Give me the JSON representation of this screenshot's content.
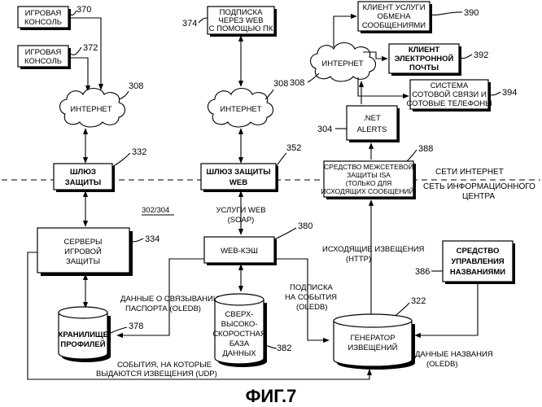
{
  "nodes": {
    "console1": {
      "lines": [
        "ИГРОВАЯ",
        "КОНСОЛЬ"
      ],
      "ref": "370"
    },
    "console2": {
      "lines": [
        "ИГРОВАЯ",
        "КОНСОЛЬ"
      ],
      "ref": "372"
    },
    "pc_sub": {
      "lines": [
        "ПОДПИСКА",
        "ЧЕРЕЗ WEB",
        "С ПОМОЩЬЮ ПК"
      ],
      "ref": "374"
    },
    "im_client": {
      "lines": [
        "КЛИЕНТ УСЛУГИ",
        "ОБМЕНА",
        "СООБЩЕНИЯМИ"
      ],
      "ref": "390"
    },
    "email_client": {
      "lines": [
        "КЛИЕНТ",
        "ЭЛЕКТРОННОЙ",
        "ПОЧТЫ"
      ],
      "ref": "392"
    },
    "cell": {
      "lines": [
        "СИСТЕМА",
        "СОТОВОЙ СВЯЗИ И",
        "СОТОВЫЕ ТЕЛЕФОНЫ"
      ],
      "ref": "394"
    },
    "net_alerts": {
      "lines": [
        ".NET",
        "ALERTS"
      ],
      "ref": "304"
    },
    "gw1": {
      "lines": [
        "ШЛЮЗ",
        "ЗАЩИТЫ"
      ],
      "ref": "332"
    },
    "gw2": {
      "lines": [
        "ШЛЮЗ ЗАЩИТЫ",
        "WEB"
      ],
      "ref": "352"
    },
    "isa": {
      "lines": [
        "СРЕДСТВО МЕЖСЕТЕВОЙ",
        "ЗАЩИТЫ ISA",
        "(ТОЛЬКО ДЛЯ",
        "ИСХОДЯЩИХ СООБЩЕНИЙ)"
      ],
      "ref": "388"
    },
    "game_servers": {
      "lines": [
        "СЕРВЕРЫ",
        "ИГРОВОЙ",
        "ЗАЩИТЫ"
      ],
      "ref": "334"
    },
    "web_cache": {
      "lines": [
        "WEB-КЭШ"
      ],
      "ref": "380"
    },
    "name_tool": {
      "lines": [
        "СРЕДСТВО",
        "УПРАВЛЕНИЯ",
        "НАЗВАНИЯМИ"
      ],
      "ref": "386"
    },
    "profile_store": {
      "lines": [
        "ХРАНИЛИЩЕ",
        "ПРОФИЛЕЙ"
      ],
      "ref": "378"
    },
    "fast_db": {
      "lines": [
        "СВЕРХ-",
        "ВЫСОКО-",
        "СКОРОСТНАЯ",
        "БАЗА",
        "ДАННЫХ"
      ],
      "ref": "382"
    },
    "notif_gen": {
      "lines": [
        "ГЕНЕРАТОР",
        "ИЗВЕЩЕНИЙ"
      ],
      "ref": "322"
    }
  },
  "clouds": {
    "inet1": {
      "label": "ИНТЕРНЕТ",
      "ref": "308"
    },
    "inet2": {
      "label": "ИНТЕРНЕТ",
      "ref": "308"
    },
    "inet3": {
      "label": "ИНТЕРНЕТ",
      "ref": "308"
    }
  },
  "edge_labels": {
    "web_services": [
      "УСЛУГИ WEB",
      "(SOAP)"
    ],
    "passport": [
      "ДАННЫЕ О СВЯЗЫВАНИИ",
      "ПАСПОРТА (OLEDB)"
    ],
    "subscription": [
      "ПОДПИСКА",
      "НА СОБЫТИЯ",
      "(OLEDB)"
    ],
    "outgoing": [
      "ИСХОДЯЩИЕ ИЗВЕЩЕНИЯ",
      "(HTTP)"
    ],
    "events_udp": [
      "СОБЫТИЯ, НА КОТОРЫЕ",
      "ВЫДАЮТСЯ ИЗВЕЩЕНИЯ (UDP)"
    ],
    "name_data": [
      "ДАННЫЕ НАЗВАНИЯ",
      "(OLEDB)"
    ]
  },
  "zones": {
    "internet": "СЕТИ ИНТЕРНЕТ",
    "datacenter": "СЕТЬ ИНФОРМАЦИОННОГО",
    "datacenter2": "ЦЕНТРА"
  },
  "section_ref": "302/304",
  "figure_caption": "ФИГ.7"
}
